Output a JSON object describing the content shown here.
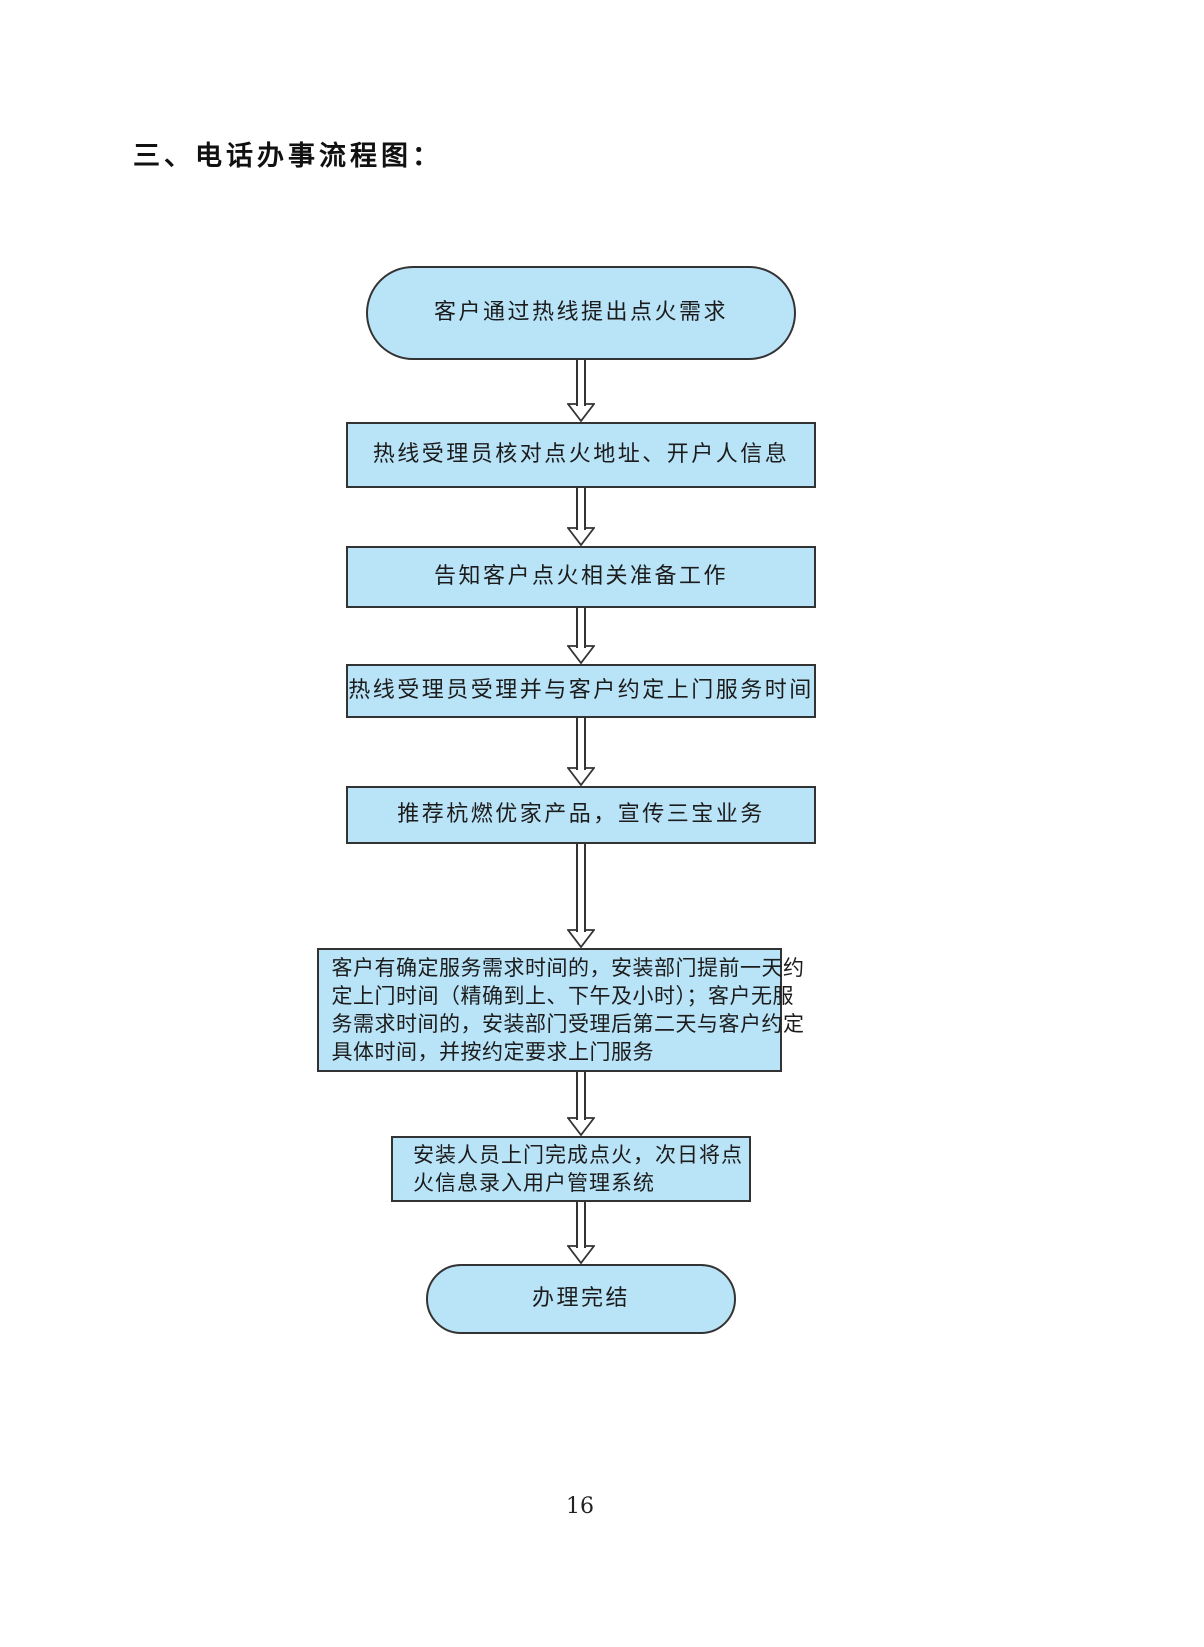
{
  "page": {
    "title": "三、电话办事流程图：",
    "page_number": "16"
  },
  "colors": {
    "node_fill": "#b9e3f7",
    "node_border": "#333333",
    "text": "#1c1c1c"
  },
  "flow": {
    "start": {
      "label": "客户通过热线提出点火需求"
    },
    "step2": {
      "label": "热线受理员核对点火地址、开户人信息"
    },
    "step3": {
      "label": "告知客户点火相关准备工作"
    },
    "step4": {
      "label": "热线受理员受理并与客户约定上门服务时间"
    },
    "step5": {
      "label": "推荐杭燃优家产品，宣传三宝业务"
    },
    "step6": {
      "lines": [
        "客户有确定服务需求时间的，安装部门提前一天约",
        "定上门时间（精确到上、下午及小时）；客户无服",
        "务需求时间的，安装部门受理后第二天与客户约定",
        "具体时间，并按约定要求上门服务"
      ]
    },
    "step7": {
      "lines": [
        "安装人员上门完成点火，次日将点",
        "火信息录入用户管理系统"
      ]
    },
    "end": {
      "label": "办理完结"
    }
  }
}
